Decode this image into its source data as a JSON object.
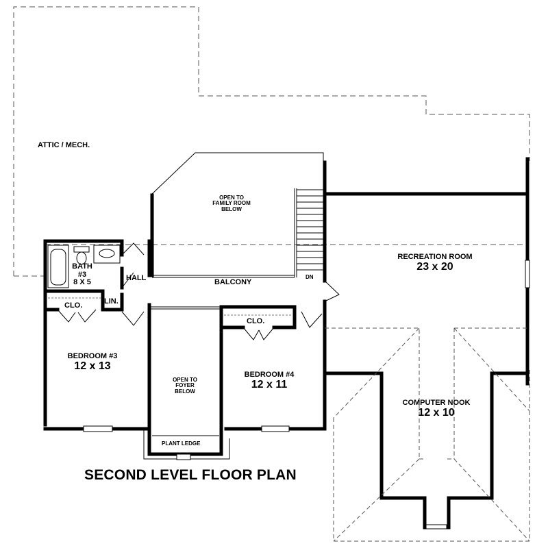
{
  "title": "SECOND LEVEL FLOOR PLAN",
  "rooms": {
    "attic": {
      "name": "ATTIC / MECH."
    },
    "family_open": {
      "line1": "OPEN TO",
      "line2": "FAMILY ROOM",
      "line3": "BELOW"
    },
    "bath": {
      "name": "BATH",
      "number": "#3",
      "size": "8 X 5"
    },
    "hall": {
      "name": "HALL"
    },
    "lin": {
      "name": "LIN."
    },
    "balcony": {
      "name": "BALCONY"
    },
    "stairs_dn": {
      "name": "DN"
    },
    "closet3": {
      "name": "CLO."
    },
    "closet4": {
      "name": "CLO."
    },
    "recreation": {
      "name": "RECREATION ROOM",
      "size": "23 x 20"
    },
    "bedroom3": {
      "name": "BEDROOM #3",
      "size": "12 x 13"
    },
    "foyer_open": {
      "line1": "OPEN TO",
      "line2": "FOYER",
      "line3": "BELOW"
    },
    "bedroom4": {
      "name": "BEDROOM #4",
      "size": "12 x 11"
    },
    "plant_ledge": {
      "name": "PLANT LEDGE"
    },
    "computer_nook": {
      "name": "COMPUTER NOOK",
      "size": "12 x 10"
    }
  },
  "colors": {
    "wall": "#000000",
    "dashed": "#666666",
    "background": "#ffffff"
  }
}
